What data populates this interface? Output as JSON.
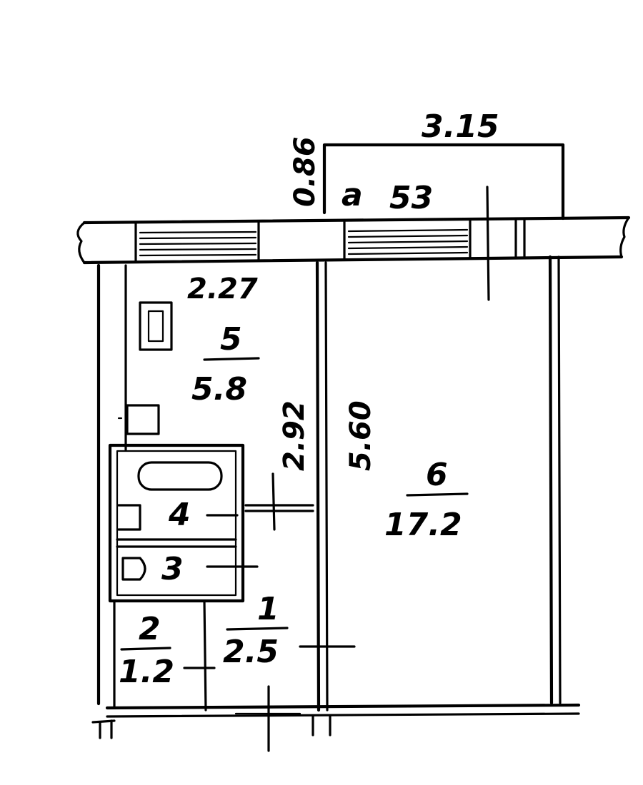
{
  "plan": {
    "dimensions": {
      "loggia_width": "3.15",
      "loggia_depth": "0.86",
      "kitchen_width": "2.27",
      "kitchen_length": "2.92",
      "room_length": "5.60"
    },
    "rooms": [
      {
        "number": "5",
        "area": "5.8"
      },
      {
        "number": "6",
        "area": "17.2"
      },
      {
        "number": "4",
        "area": ""
      },
      {
        "number": "3",
        "area": ""
      },
      {
        "number": "1",
        "area": "2.5"
      },
      {
        "number": "2",
        "area": "1.2"
      }
    ],
    "loggia_label": "a",
    "loggia_index": "53"
  }
}
